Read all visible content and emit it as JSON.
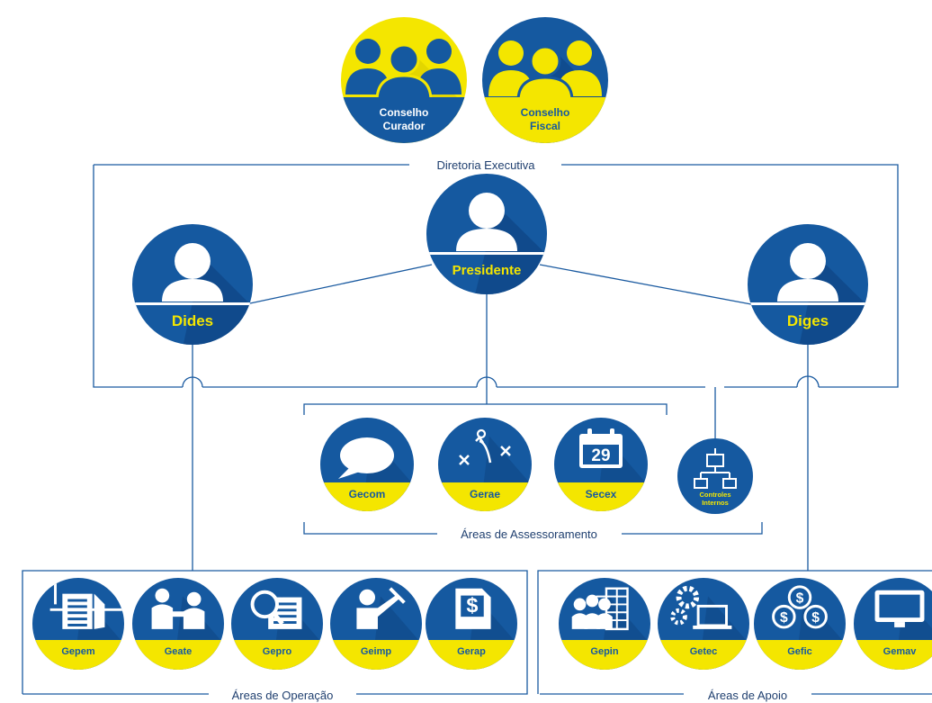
{
  "colors": {
    "navy": "#1559a0",
    "navy_dark": "#0f3f7a",
    "shadow": "#0e4583",
    "yellow": "#f4e600",
    "line": "#1a5aa0",
    "text_dark": "#1f3f6f",
    "white": "#ffffff"
  },
  "councils": [
    {
      "id": "conselho-curador",
      "label_lines": [
        "Conselho",
        "Curador"
      ],
      "icon": "people-group-icon"
    },
    {
      "id": "conselho-fiscal",
      "label_lines": [
        "Conselho",
        "Fiscal"
      ],
      "icon": "people-group-icon"
    }
  ],
  "sections": {
    "diretoria": "Diretoria Executiva",
    "assessoramento": "Áreas de Assessoramento",
    "operacao": "Áreas de Operação",
    "apoio": "Áreas de Apoio"
  },
  "directors": [
    {
      "id": "dides",
      "label": "Dides",
      "icon": "person-icon"
    },
    {
      "id": "presidente",
      "label": "Presidente",
      "icon": "person-icon"
    },
    {
      "id": "diges",
      "label": "Diges",
      "icon": "person-icon"
    }
  ],
  "assessoramento": [
    {
      "id": "gecom",
      "label": "Gecom",
      "icon": "speech-bubble-icon"
    },
    {
      "id": "gerae",
      "label": "Gerae",
      "icon": "strategy-play-icon"
    },
    {
      "id": "secex",
      "label": "Secex",
      "icon": "calendar-icon",
      "icon_text": "29"
    }
  ],
  "controles": {
    "id": "controles-internos",
    "label_lines": [
      "Controles",
      "Internos"
    ],
    "icon": "hierarchy-icon"
  },
  "operacao": [
    {
      "id": "gepem",
      "label": "Gepem",
      "icon": "blueprint-icon"
    },
    {
      "id": "geate",
      "label": "Geate",
      "icon": "handshake-icon"
    },
    {
      "id": "gepro",
      "label": "Gepro",
      "icon": "magnifier-plan-icon"
    },
    {
      "id": "geimp",
      "label": "Geimp",
      "icon": "worker-hammer-icon"
    },
    {
      "id": "gerap",
      "label": "Gerap",
      "icon": "dollar-document-icon"
    }
  ],
  "apoio": [
    {
      "id": "gepin",
      "label": "Gepin",
      "icon": "people-building-icon"
    },
    {
      "id": "getec",
      "label": "Getec",
      "icon": "gears-laptop-icon"
    },
    {
      "id": "gefic",
      "label": "Gefic",
      "icon": "coins-icon"
    },
    {
      "id": "gemav",
      "label": "Gemav",
      "icon": "monitor-icon"
    }
  ]
}
